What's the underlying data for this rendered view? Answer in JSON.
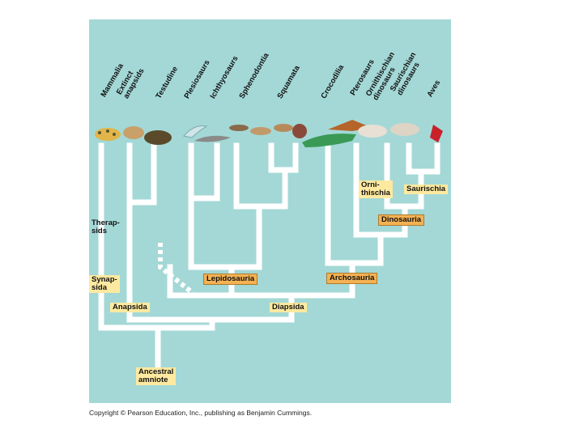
{
  "taxa": [
    "Mammalia",
    "Extinct\nanapsids",
    "Testudine",
    "Plesiosaurs",
    "Ichthyosaurs",
    "Sphenodontia",
    "Squamata",
    "Crocodilia",
    "Pterosaurs",
    "Ornithischian\ndinosaurs",
    "Saurischian\ndinosaurs",
    "Aves"
  ],
  "clade_labels": {
    "ornithischia": "Orni-\nthischia",
    "saurischia": "Saurischia",
    "dinosauria": "Dinosauria",
    "therapsids": "Therap-\nsids",
    "synapsida": "Synap-\nsida",
    "lepidosauria": "Lepidosauria",
    "archosauria": "Archosauria",
    "anapsida": "Anapsida",
    "diapsida": "Diapsida",
    "ancestral": "Ancestral\namniote"
  },
  "copyright": "Copyright © Pearson Education, Inc., publishing as Benjamin Cummings."
}
